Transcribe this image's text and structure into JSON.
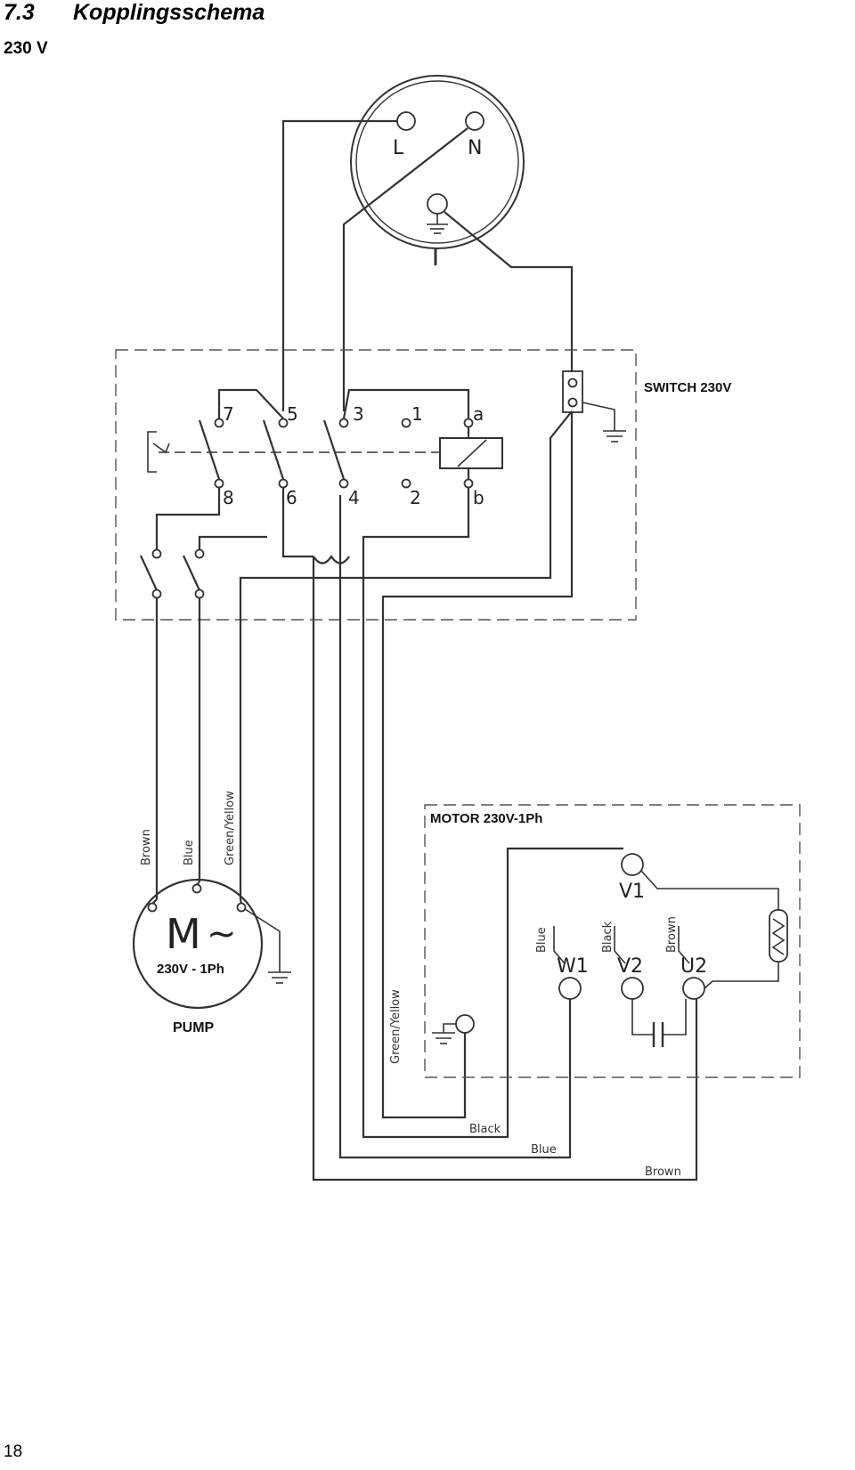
{
  "page": {
    "section_number": "7.3",
    "section_title": "Kopplingsschema",
    "voltage_heading": "230 V",
    "page_number": "18"
  },
  "plug": {
    "terminal_L": "L",
    "terminal_N": "N"
  },
  "switch": {
    "label": "SWITCH 230V",
    "terminals": [
      "7",
      "5",
      "3",
      "1",
      "a",
      "8",
      "6",
      "4",
      "2",
      "b"
    ]
  },
  "pump": {
    "motor_symbol": "M",
    "ac_symbol": "~",
    "rating": "230V - 1Ph",
    "label": "PUMP",
    "wire_brown": "Brown",
    "wire_blue": "Blue",
    "wire_green_yellow": "Green/Yellow"
  },
  "motor": {
    "label": "MOTOR 230V-1Ph",
    "terminal_V1": "V1",
    "terminal_W1": "W1",
    "terminal_V2": "V2",
    "terminal_U2": "U2",
    "wire_blue": "Blue",
    "wire_black": "Black",
    "wire_brown": "Brown",
    "wire_green_yellow": "Green/Yellow"
  },
  "bottom_wires": {
    "black": "Black",
    "blue": "Blue",
    "brown": "Brown"
  }
}
